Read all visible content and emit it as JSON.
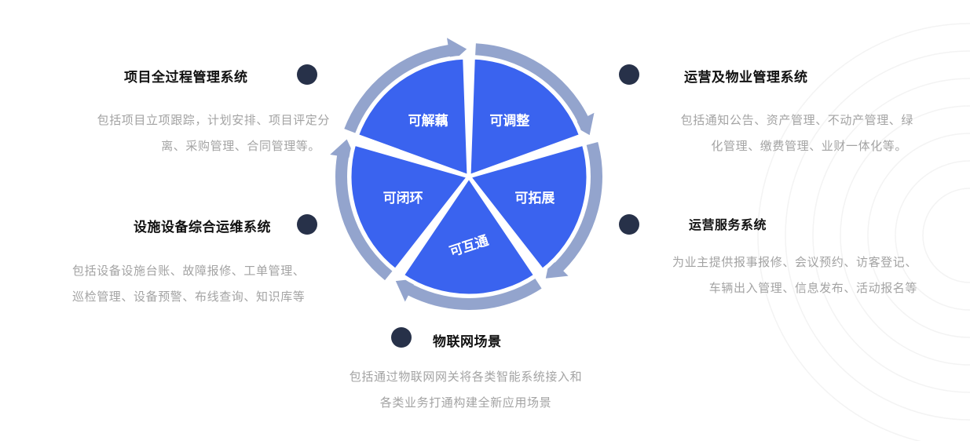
{
  "segments": [
    {
      "id": "top-left",
      "label": "可解藕"
    },
    {
      "id": "top-right",
      "label": "可调整"
    },
    {
      "id": "right",
      "label": "可拓展"
    },
    {
      "id": "bottom",
      "label": "可互通"
    },
    {
      "id": "left",
      "label": "可闭环"
    }
  ],
  "items": {
    "project": {
      "title": "项目全过程管理系统",
      "desc1": "包括项目立项跟踪，计划安排、项目评定分",
      "desc2": "离、采购管理、合同管理等。"
    },
    "facility": {
      "title": "设施设备综合运维系统",
      "desc1": "包括设备设施台账、故障报修、工单管理、",
      "desc2": "巡检管理、设备预警、布线查询、知识库等"
    },
    "operation": {
      "title": "运营及物业管理系统",
      "desc1": "包括通知公告、资产管理、不动产管理、绿",
      "desc2": "化管理、缴费管理、业财一体化等。"
    },
    "service": {
      "title": "运营服务系统",
      "desc1": "为业主提供报事报修、会议预约、访客登记、",
      "desc2": "车辆出入管理、信息发布、活动报名等"
    },
    "iot": {
      "title": "物联网场景",
      "desc1": "包括通过物联网网关将各类智能系统接入和",
      "desc2": "各类业务打通构建全新应用场景"
    }
  },
  "colors": {
    "segment_fill": "#3a63ef",
    "outer_ring": "#93a4cd",
    "dot": "#273149",
    "title": "#111111",
    "desc": "#a3a3a3"
  }
}
